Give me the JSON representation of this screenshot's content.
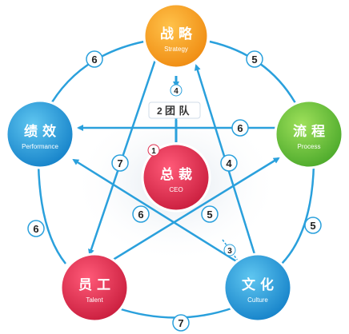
{
  "nodes": {
    "strategy": {
      "cn": "战 略",
      "en": "Strategy",
      "color": "#f59a1b"
    },
    "performance": {
      "cn": "绩 效",
      "en": "Performance",
      "color": "#1e9fd8"
    },
    "process": {
      "cn": "流 程",
      "en": "Process",
      "color": "#6cc13a"
    },
    "ceo": {
      "cn": "总 裁",
      "en": "CEO",
      "color": "#e03050"
    },
    "talent": {
      "cn": "员 工",
      "en": "Talent",
      "color": "#e03050"
    },
    "culture": {
      "cn": "文 化",
      "en": "Culture",
      "color": "#1e8fd0"
    }
  },
  "badges": {
    "strategy_process": "5",
    "strategy_perf": "6",
    "perf_talent": "6",
    "process_culture": "5",
    "talent_culture": "7",
    "process_perf": "6",
    "ceo_badge": "1",
    "team_num": "2",
    "arrow4_top": "4",
    "left7": "7",
    "right4": "4",
    "cross6": "6",
    "cross5": "5",
    "badge3": "3"
  },
  "team_label": "团 队",
  "colors": {
    "arrow": "#2aa0dc",
    "badge_border": "#2aa0dc"
  }
}
